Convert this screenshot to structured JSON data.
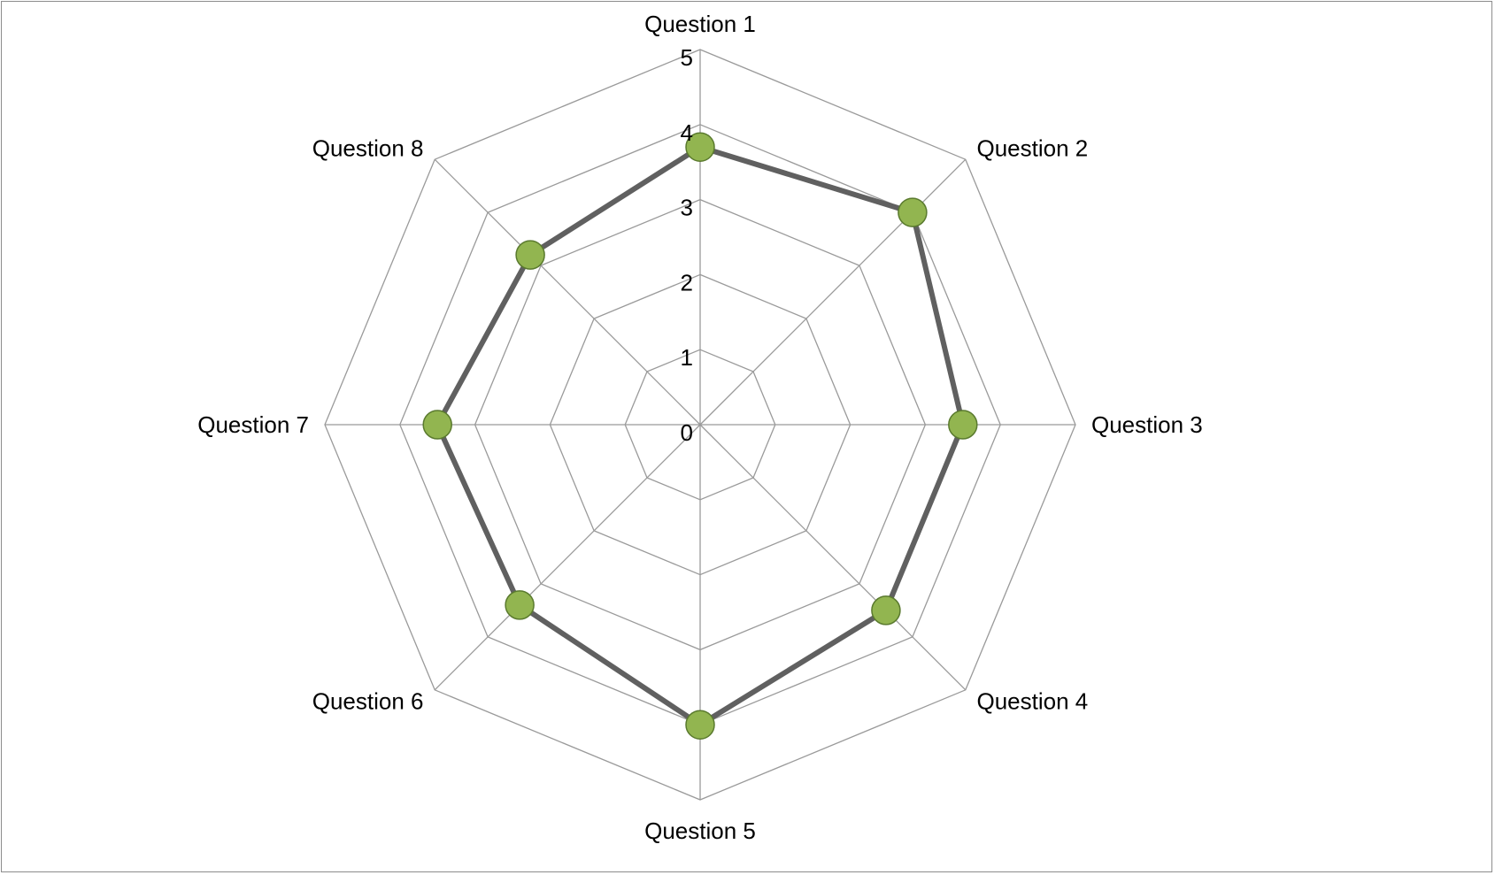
{
  "chart_data": {
    "type": "radar",
    "categories": [
      "Question 1",
      "Question 2",
      "Question 3",
      "Question 4",
      "Question 5",
      "Question 6",
      "Question 7",
      "Question 8"
    ],
    "series": [
      {
        "values": [
          3.7,
          4.0,
          3.5,
          3.5,
          4.0,
          3.4,
          3.5,
          3.2
        ]
      }
    ],
    "rlim": [
      0,
      5
    ],
    "r_ticks": [
      "0",
      "1",
      "2",
      "3",
      "4",
      "5"
    ],
    "grid": true,
    "legend": "none",
    "colors": {
      "line": "#606060",
      "marker_fill": "#92b550",
      "marker_stroke": "#5a7a2e",
      "grid": "#9a9a9a"
    }
  }
}
